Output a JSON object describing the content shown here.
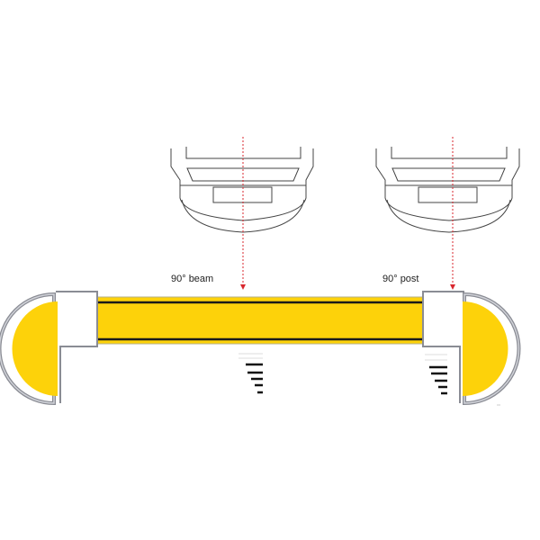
{
  "diagram": {
    "title": "",
    "labels": {
      "beam": "90° beam",
      "post": "90° post"
    },
    "colors": {
      "background": "#ffffff",
      "guard_fill": "#fdd20a",
      "guard_stripe": "#1a1a1a",
      "frame_gray": "#8a8c94",
      "frame_light": "#c8cad0",
      "outline": "#444444",
      "arrow_red": "#d9272e"
    },
    "components": [
      {
        "id": "forklift-left",
        "type": "forklift-top-view",
        "target": "beam"
      },
      {
        "id": "forklift-right",
        "type": "forklift-top-view",
        "target": "post"
      },
      {
        "id": "beam",
        "type": "yellow-guard-rail"
      },
      {
        "id": "end-cap-left",
        "type": "semicircle-end-cap"
      },
      {
        "id": "end-cap-right",
        "type": "semicircle-end-cap"
      },
      {
        "id": "impact-marker-left",
        "type": "tapered-lines"
      },
      {
        "id": "impact-marker-right",
        "type": "tapered-lines"
      }
    ]
  }
}
